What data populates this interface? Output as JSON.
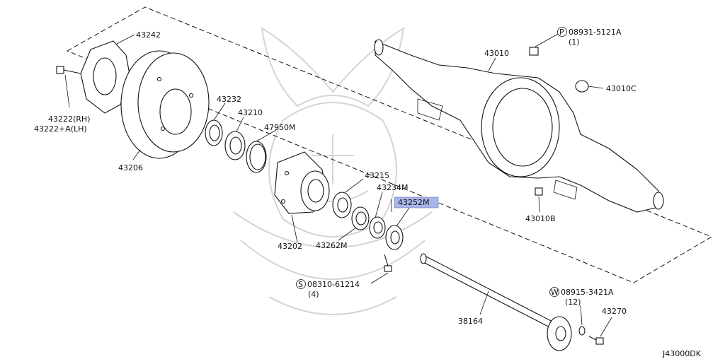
{
  "diagram": {
    "code": "J43000DK",
    "labels": {
      "p43242": "43242",
      "p43222": "43222(RH)",
      "p43222a": "43222+A(LH)",
      "p43206": "43206",
      "p43232": "43232",
      "p43210": "43210",
      "p47950m": "47950M",
      "p43215": "43215",
      "p43234m": "43234M",
      "p43252m": "43252M",
      "p43262m": "43262M",
      "p43202": "43202",
      "s08310": "08310-61214",
      "s08310q": "(4)",
      "p08931": "08931-5121A",
      "p08931q": "(1)",
      "p43010": "43010",
      "p43010c": "43010C",
      "p43010b": "43010B",
      "w08915": "08915-3421A",
      "w08915q": "(12)",
      "p43270": "43270",
      "p38164": "38164"
    },
    "prefixes": {
      "p": "P",
      "s": "S",
      "w": "W"
    },
    "highlight_color": "#a9b5e6"
  }
}
